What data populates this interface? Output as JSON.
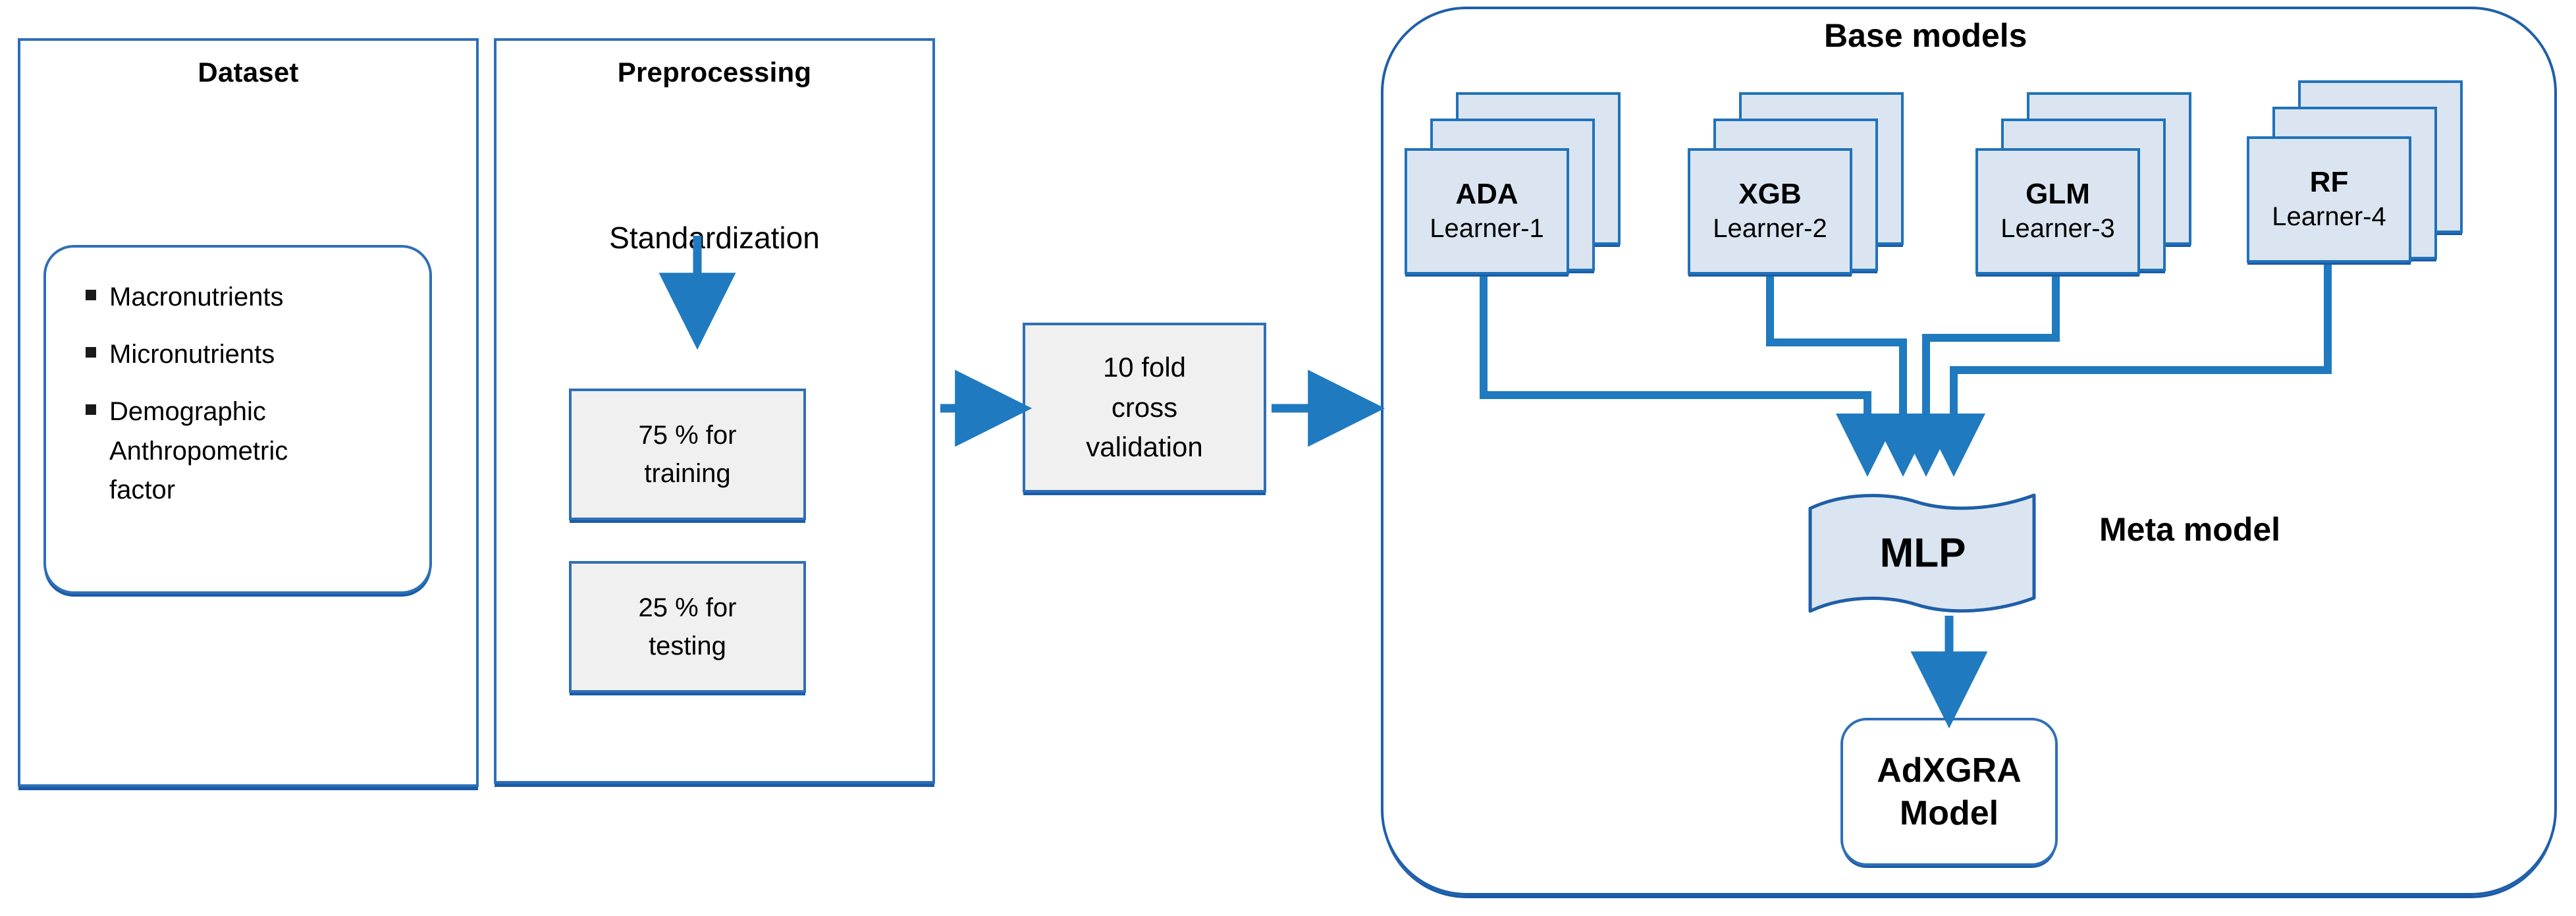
{
  "colors": {
    "line": "#1f7ac0",
    "border": "#2e6fb7",
    "card_fill": "#dbe5f1",
    "grey_fill": "#f0f0f0",
    "text": "#000000"
  },
  "dataset_panel": {
    "title": "Dataset",
    "bullets": [
      "Macronutrients",
      "Micronutrients",
      "Demographic\nAnthropometric\nfactor"
    ]
  },
  "preprocessing_panel": {
    "title": "Preprocessing",
    "method": "Standardization",
    "splits": [
      "75 % for\ntraining",
      "25 % for\ntesting"
    ]
  },
  "cross_validation": {
    "label": "10 fold\ncross\nvalidation"
  },
  "ensemble": {
    "base_models_title": "Base models",
    "meta_model_title": "Meta model",
    "learners": [
      {
        "abbr": "ADA",
        "learner": "Learner-1"
      },
      {
        "abbr": "XGB",
        "learner": "Learner-2"
      },
      {
        "abbr": "GLM",
        "learner": "Learner-3"
      },
      {
        "abbr": "RF",
        "learner": "Learner-4"
      }
    ],
    "meta_model": "MLP",
    "output": "AdXGRA\nModel"
  }
}
